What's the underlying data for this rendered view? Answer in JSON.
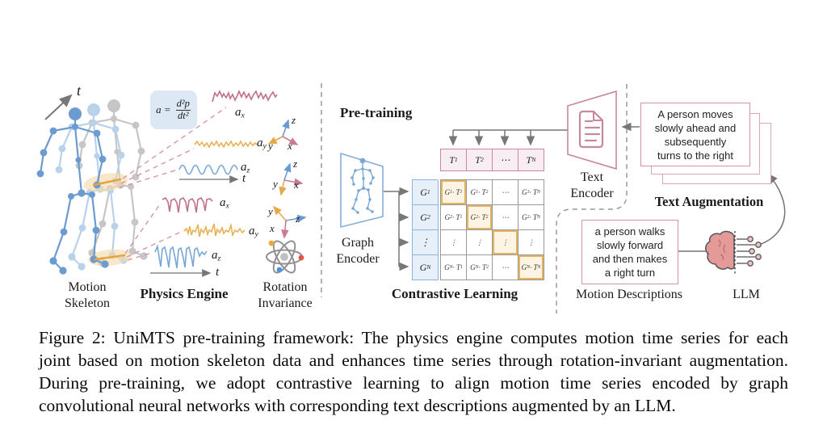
{
  "figure": {
    "left_section": {
      "time_label": "t",
      "labels": {
        "motion_skeleton": [
          "Motion",
          "Skeleton"
        ],
        "physics_engine": "Physics Engine",
        "rotation_invariance": [
          "Rotation",
          "Invariance"
        ]
      },
      "formula": {
        "lhs": "a =",
        "numerator": "d²p",
        "denominator": "dt²"
      },
      "axis_labels": {
        "x": "x",
        "y": "y",
        "z": "z"
      },
      "series_labels": {
        "ax": "a_x",
        "ay": "a_y",
        "az": "a_z",
        "t": "t"
      }
    },
    "pretraining_section": {
      "title": "Pre-training",
      "graph_encoder": [
        "Graph",
        "Encoder"
      ],
      "contrastive_learning": "Contrastive Learning",
      "text_row": [
        "T_1",
        "T_2",
        "⋯",
        "T_N"
      ],
      "graph_col": [
        "G_1",
        "G_2",
        "⋮",
        "G_N"
      ],
      "matrix_cells": [
        [
          "G_1 · T_1",
          "G_1 · T_2",
          "⋯",
          "G_1 · T_N"
        ],
        [
          "G_2 · T_1",
          "G_2 · T_2",
          "⋯",
          "G_2 · T_N"
        ],
        [
          "⋮",
          "⋮",
          "⋮",
          "⋮"
        ],
        [
          "G_N · T_1",
          "G_N · T_2",
          "⋯",
          "G_N · T_N"
        ]
      ]
    },
    "right_section": {
      "text_encoder": [
        "Text",
        "Encoder"
      ],
      "augmented_text_lines": [
        "A person moves",
        "slowly ahead and",
        "subsequently",
        "turns to the right"
      ],
      "text_augmentation_title": "Text Augmentation",
      "motion_description_lines": [
        "a person walks",
        "slowly forward",
        "and then makes",
        "a right turn"
      ],
      "motion_descriptions_label": "Motion Descriptions",
      "llm_label": "LLM"
    },
    "colors": {
      "skeleton_blue": "#6b9bd1",
      "skeleton_light_blue": "#b9d2ea",
      "skeleton_gray": "#c6c6c6",
      "wave_pink": "#c06f89",
      "wave_orange": "#e7b154",
      "wave_blue": "#79a6d4",
      "box_pink": "#c8879f",
      "box_blue": "#85aed8",
      "highlight_orange": "#e2b45f",
      "arrow_gray": "#777777"
    }
  },
  "caption": {
    "lines": [
      "Figure 2: UniMTS pre-training framework: The physics engine computes motion time series for each",
      "joint based on motion skeleton data and enhances time series through rotation-invariant augmentation.",
      "During pre-training, we adopt contrastive learning to align motion time series encoded by graph",
      "convolutional neural networks with corresponding text descriptions augmented by an LLM."
    ]
  }
}
